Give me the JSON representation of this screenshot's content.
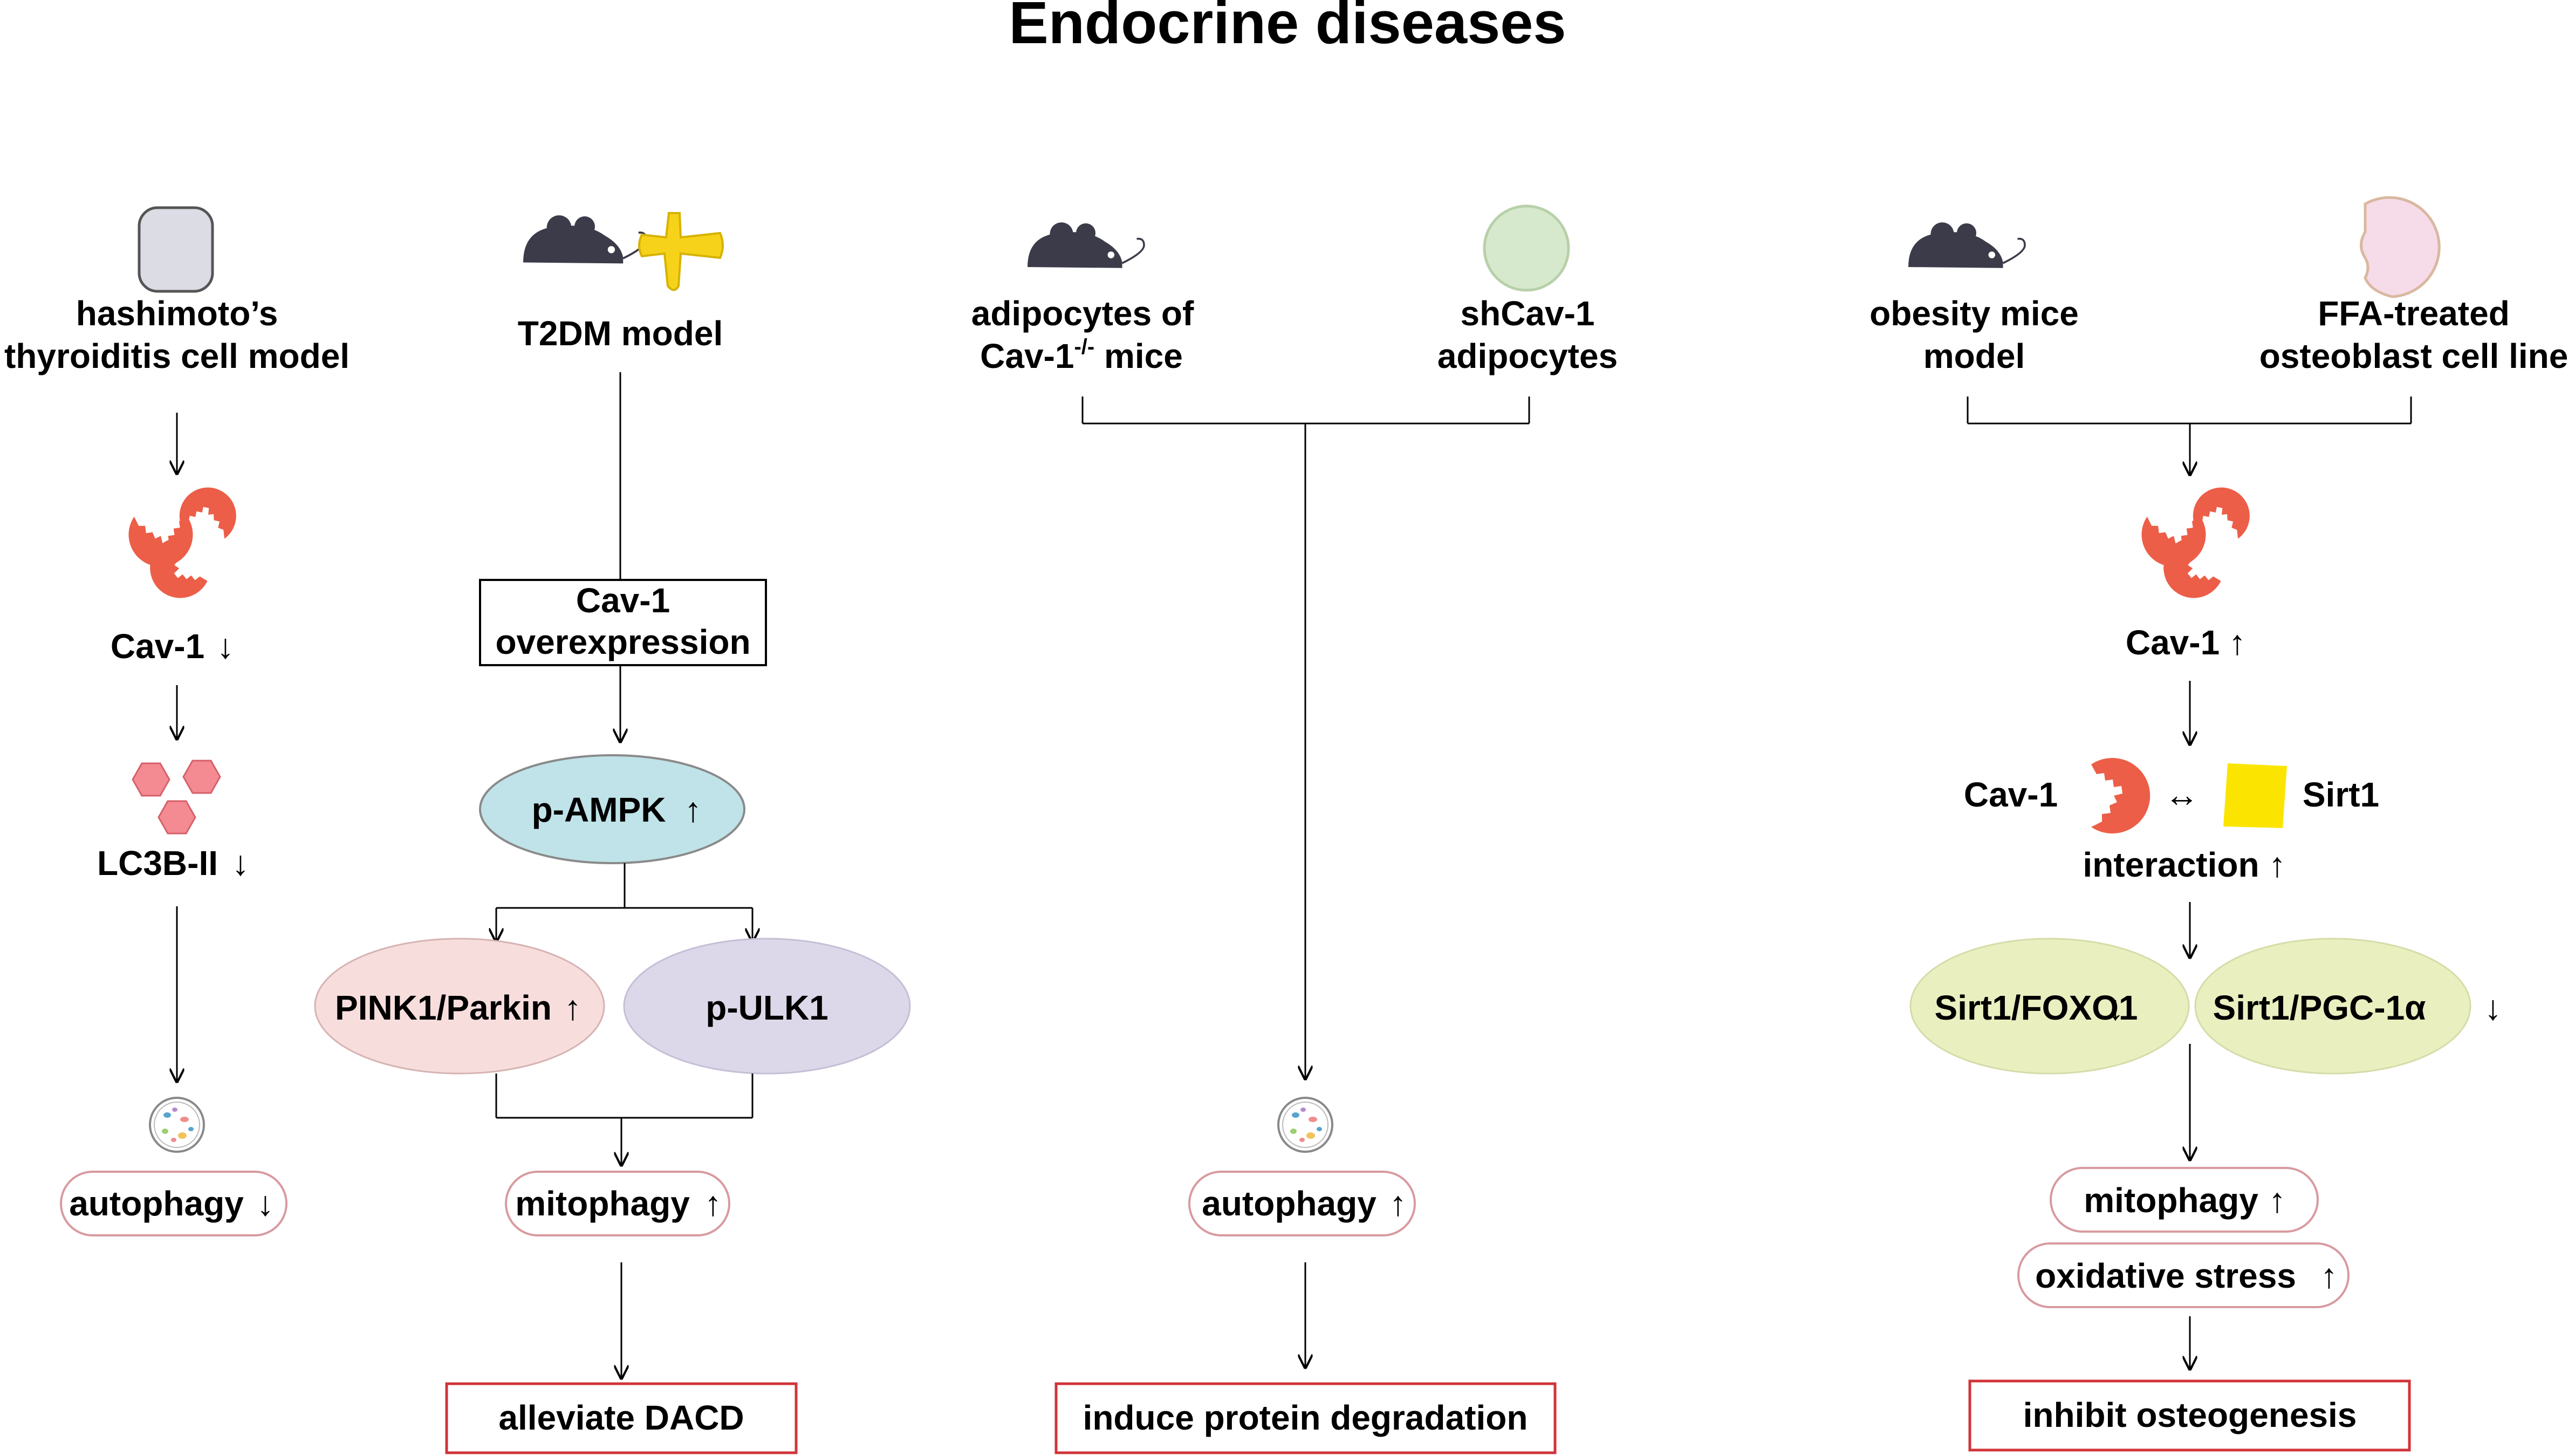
{
  "title": "Endocrine diseases",
  "arrows": {
    "down": "↓",
    "up": "↑",
    "bidirectional": "↔"
  },
  "colors": {
    "caveolin": "#ec5e48",
    "lc3": "#f48a92",
    "pampk": "#bfe3e8",
    "pink_parkin": "#f7dedd",
    "pulk1": "#ddd8e9",
    "sirt_ellipse": "#e9efbf",
    "sirt1_square": "#fbe500",
    "outcome_border": "#d0353a",
    "pill_border": "#d89aa0"
  },
  "col1": {
    "model_line1": "hashimoto’s",
    "model_line2": "thyroiditis cell model",
    "cav1": "Cav-1",
    "lc3b": "LC3B-II",
    "autophagy": "autophagy"
  },
  "col2": {
    "model": "T2DM model",
    "overexpression_line1": "Cav-1",
    "overexpression_line2": "overexpression",
    "pampk": "p-AMPK",
    "pink_parkin": "PINK1/Parkin",
    "pulk1": "p-ULK1",
    "mitophagy": "mitophagy",
    "outcome": "alleviate DACD"
  },
  "col3": {
    "left_line1": "adipocytes of",
    "left_line2a": "Cav-1",
    "left_line2_sup": "-/-",
    "left_line2b": " mice",
    "right_line1": "shCav-1",
    "right_line2": "adipocytes",
    "autophagy": "autophagy",
    "outcome": "induce protein degradation"
  },
  "col4": {
    "left_line1": "obesity mice",
    "left_line2": "model",
    "right_line1": "FFA-treated",
    "right_line2": "osteoblast cell line",
    "cav1": "Cav-1",
    "interaction_cav1": "Cav-1",
    "interaction_sirt1": "Sirt1",
    "interaction": "interaction",
    "sirt1_foxo1": "Sirt1/FOXO1",
    "sirt1_pgc": "Sirt1/PGC-1α",
    "mitophagy": "mitophagy",
    "oxidative_stress": "oxidative stress",
    "outcome": "inhibit osteogenesis"
  }
}
